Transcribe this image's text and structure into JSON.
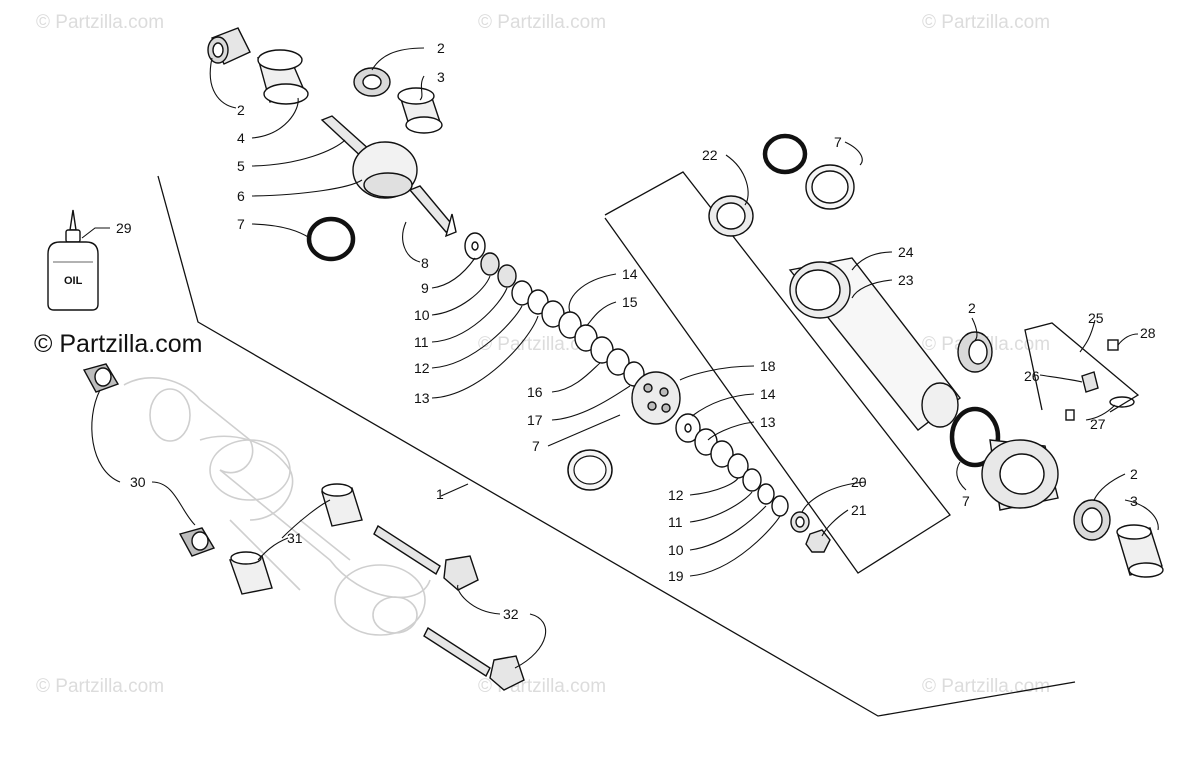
{
  "watermarks": {
    "small": "© Partzilla.com",
    "main": "© Partzilla.com"
  },
  "bottle_label": "OIL",
  "callouts": {
    "c1": "1",
    "c2a": "2",
    "c2b": "2",
    "c2c": "2",
    "c2d": "2",
    "c3a": "3",
    "c3b": "3",
    "c4": "4",
    "c5": "5",
    "c6": "6",
    "c7a": "7",
    "c7b": "7",
    "c7c": "7",
    "c7d": "7",
    "c8": "8",
    "c9": "9",
    "c10a": "10",
    "c10b": "10",
    "c11a": "11",
    "c11b": "11",
    "c12a": "12",
    "c12b": "12",
    "c13a": "13",
    "c13b": "13",
    "c14a": "14",
    "c14b": "14",
    "c15": "15",
    "c16": "16",
    "c17": "17",
    "c18": "18",
    "c19": "19",
    "c20": "20",
    "c21": "21",
    "c22": "22",
    "c23": "23",
    "c24": "24",
    "c25": "25",
    "c26": "26",
    "c27": "27",
    "c28": "28",
    "c29": "29",
    "c30": "30",
    "c31": "31",
    "c32": "32"
  },
  "colors": {
    "line": "#111111",
    "ghost": "#cfcfcf",
    "watermark": "#dcdcdc"
  }
}
